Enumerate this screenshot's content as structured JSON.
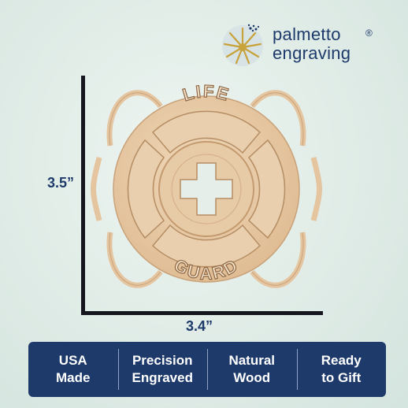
{
  "brand": {
    "line1": "palmetto",
    "line2": "engraving",
    "registered": "®"
  },
  "product": {
    "top_label": "LIFE",
    "bottom_label": "GUARD",
    "icon": "cross-icon"
  },
  "dimensions": {
    "height": "3.5”",
    "width": "3.4”"
  },
  "features": [
    {
      "label": "USA\nMade"
    },
    {
      "label": "Precision\nEngraved"
    },
    {
      "label": "Natural\nWood"
    },
    {
      "label": "Ready\nto Gift"
    }
  ],
  "colors": {
    "brand_navy": "#1d3a6b",
    "wood": "#e6c8a3",
    "background": "#e2ede8"
  }
}
